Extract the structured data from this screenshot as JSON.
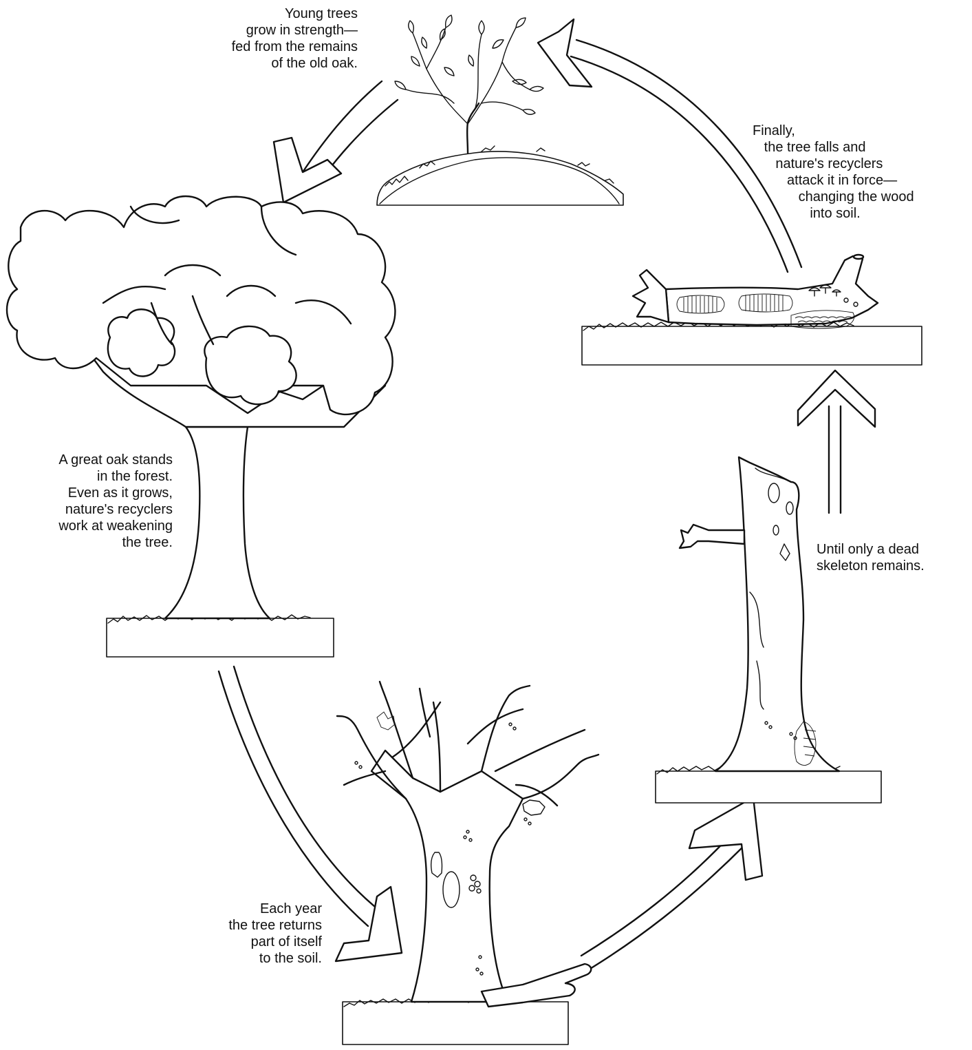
{
  "diagram": {
    "captions": {
      "young_trees": "Young trees\ngrow in strength—\nfed from the remains\nof the old oak.",
      "finally": "Finally,\n   the tree falls and\n      nature's recyclers\n         attack it in force—\n            changing the wood\n               into soil.",
      "great_oak": "A great oak stands\nin the forest.\nEven as it grows,\nnature's recyclers\nwork at weakening\nthe tree.",
      "dead_skeleton": "Until only a dead\nskeleton remains.",
      "each_year": "Each year\nthe tree returns\npart of itself\nto the soil."
    },
    "stages": [
      "young-trees",
      "great-oak",
      "bare-tree",
      "dead-skeleton",
      "fallen-log"
    ],
    "stroke_color": "#111111",
    "background_color": "#ffffff"
  }
}
